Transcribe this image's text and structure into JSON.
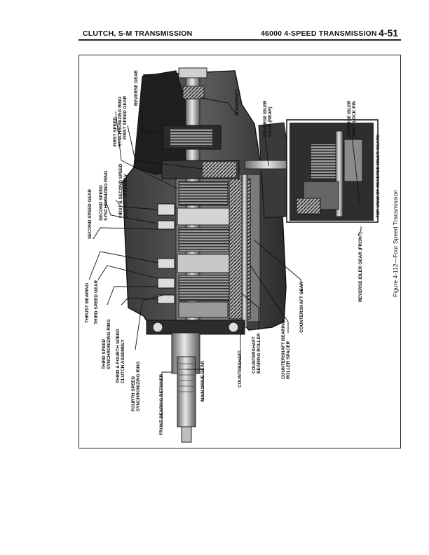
{
  "header": {
    "left_title": "CLUTCH, S-M TRANSMISSION",
    "right_title": "46000 4-SPEED TRANSMISSION",
    "page_number": "4-51"
  },
  "figure": {
    "caption": "Figure 4-112—Four Speed Transmission",
    "labels": {
      "reverse_gear": "REVERSE GEAR",
      "first_speed_synchronizing_ring": [
        "FIRST SPEED",
        "SYNCHRONIZING RING"
      ],
      "first_speed_gear": "FIRST SPEED GEAR",
      "first_second_speed_clutch": [
        "FIRST & SECOND SPEED",
        "CLUTCH ASSEMBLY"
      ],
      "second_speed_synchronizing_ring": [
        "SECOND SPEED",
        "SYNCHRONIZING RING"
      ],
      "second_speed_gear": "SECOND SPEED GEAR",
      "thrust_bearing": "THRUST BEARING",
      "third_speed_gear": "THIRD SPEED GEAR",
      "third_speed_synchronizing_ring": [
        "THIRD SPEED",
        "SYNCHRONIZING RING"
      ],
      "third_fourth_speed_clutch": [
        "THIRD & FOURTH SPEED",
        "CLUTCH ASSEMBLY"
      ],
      "fourth_speed_synchronizing_ring": [
        "FOURTH SPEED",
        "SYNCHRONIZING RING"
      ],
      "front_bearing_retainer": "FRONT BEARING RETAINER",
      "main_drive_gear": "MAIN DRIVE GEAR",
      "countershaft": "COUNTERSHAFT",
      "countershaft_bearing_roller": [
        "COUNTERSHAFT",
        "BEARING ROLLER"
      ],
      "countershaft_bearing_roller_spacer": [
        "COUNTERSHAFT BEARING",
        "ROLLER SPACER"
      ],
      "countershaft_gear": "COUNTERSHAFT GEAR",
      "mainshaft": "MAINSHAFT",
      "reverse_idler_gear_rear": [
        "REVERSE IDLER",
        "GEAR (REAR)"
      ],
      "reverse_idler_shift_lock_pin": [
        "REVERSE IDLER",
        "SHIFT LOCK PIN"
      ],
      "top_view_reverse_idler": "TOP VIEW OF REVERSE IDLER GEARS",
      "reverse_idler_gear_front": "REVERSE IDLER GEAR (FRONT)"
    }
  }
}
